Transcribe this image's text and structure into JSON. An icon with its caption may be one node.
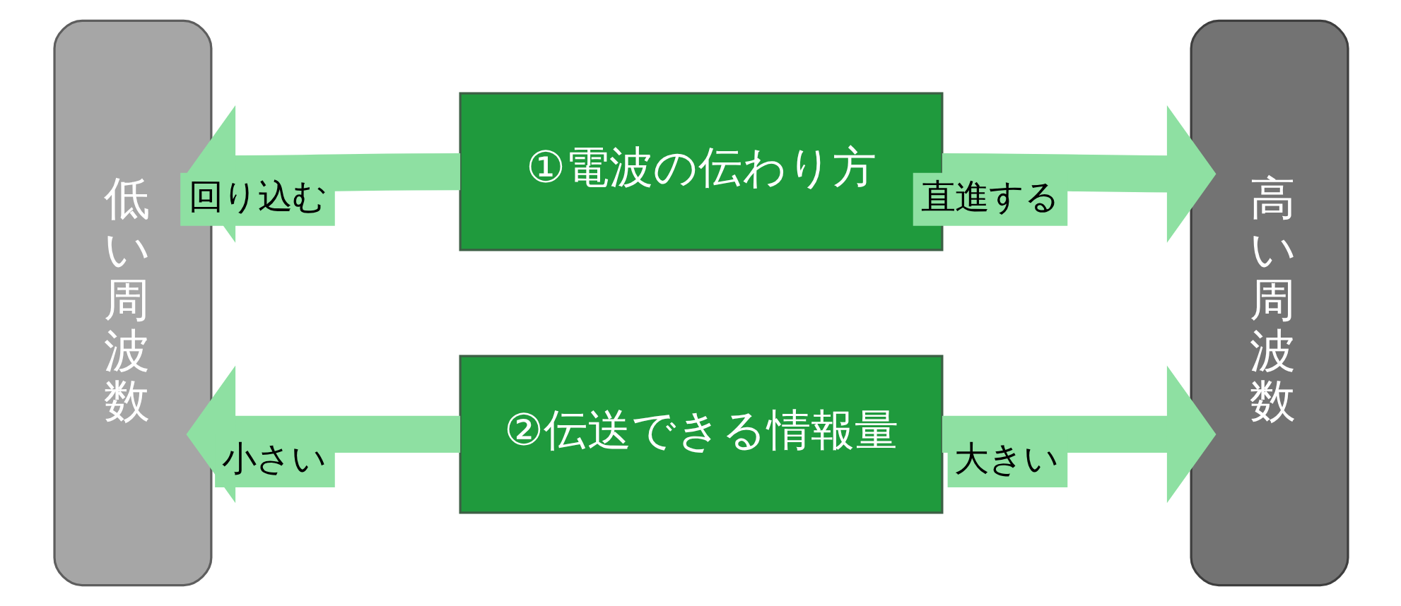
{
  "diagram": {
    "nodes": [
      {
        "text": [
          "低い周波数"
        ]
      },
      {
        "text": [
          "①電波の伝わり方"
        ]
      },
      {
        "text": [
          "②伝送できる情報量"
        ]
      },
      {
        "text": [
          "高い周波数"
        ]
      }
    ],
    "edges": [
      {
        "from": 1,
        "to": 0,
        "arrow": "to",
        "label": "回り込む"
      },
      {
        "from": 1,
        "to": 3,
        "arrow": "to",
        "label": "直進する"
      },
      {
        "from": 2,
        "to": 0,
        "arrow": "to",
        "label": "小さい"
      },
      {
        "from": 2,
        "to": 3,
        "arrow": "to",
        "label": "大きい"
      }
    ]
  }
}
